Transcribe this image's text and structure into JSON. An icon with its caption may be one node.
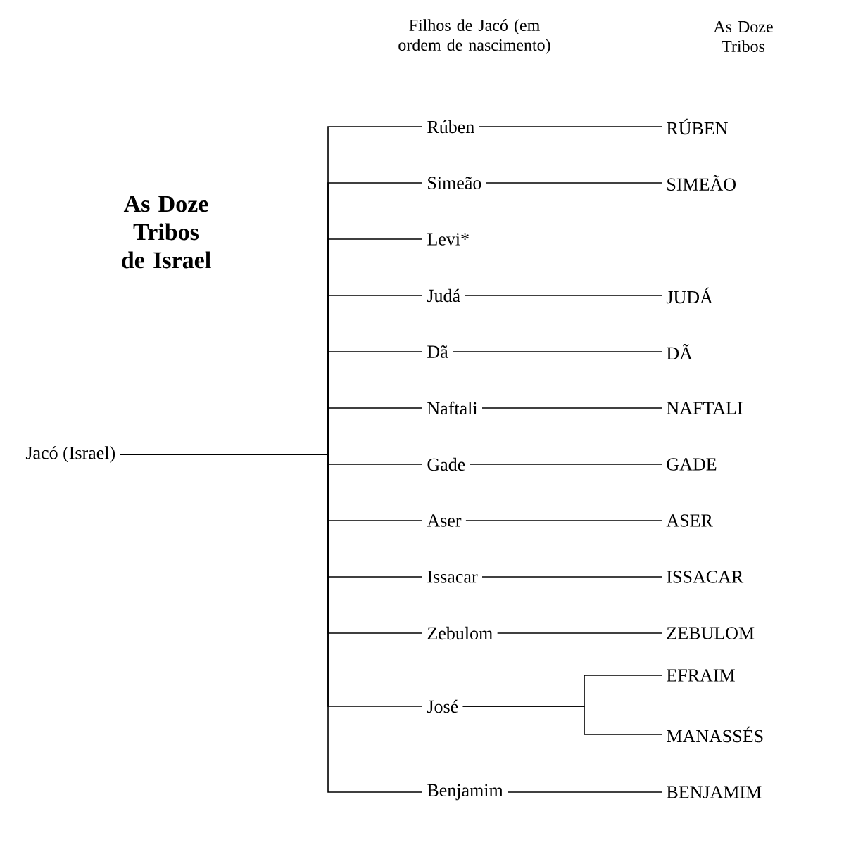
{
  "diagram": {
    "title": "As Doze Tribos de Israel",
    "nodes": [
      {
        "text": [
          "Jacó (Israel)"
        ]
      },
      {
        "text": [
          "Rúben"
        ]
      },
      {
        "text": [
          "Simeão"
        ]
      },
      {
        "text": [
          "Levi*"
        ]
      },
      {
        "text": [
          "Judá"
        ]
      },
      {
        "text": [
          "Dã"
        ]
      },
      {
        "text": [
          "Naftali"
        ]
      },
      {
        "text": [
          "Gade"
        ]
      },
      {
        "text": [
          "Aser"
        ]
      },
      {
        "text": [
          "Issacar"
        ]
      },
      {
        "text": [
          "Zebulom"
        ]
      },
      {
        "text": [
          "José"
        ]
      },
      {
        "text": [
          "Benjamim"
        ]
      },
      {
        "text": [
          "RÚBEN"
        ]
      },
      {
        "text": [
          "SIMEÃO"
        ]
      },
      {
        "text": [
          "JUDÁ"
        ]
      },
      {
        "text": [
          "DÃ"
        ]
      },
      {
        "text": [
          "NAFTALI"
        ]
      },
      {
        "text": [
          "GADE"
        ]
      },
      {
        "text": [
          "ASER"
        ]
      },
      {
        "text": [
          "ISSACAR"
        ]
      },
      {
        "text": [
          "ZEBULOM"
        ]
      },
      {
        "text": [
          "EFRAIM"
        ]
      },
      {
        "text": [
          "MANASSÉS"
        ]
      },
      {
        "text": [
          "BENJAMIM"
        ]
      }
    ],
    "edges": [
      {
        "from": 0,
        "to": 1,
        "arrow": "none"
      },
      {
        "from": 0,
        "to": 2,
        "arrow": "none"
      },
      {
        "from": 0,
        "to": 3,
        "arrow": "none"
      },
      {
        "from": 0,
        "to": 4,
        "arrow": "none"
      },
      {
        "from": 0,
        "to": 5,
        "arrow": "none"
      },
      {
        "from": 0,
        "to": 6,
        "arrow": "none"
      },
      {
        "from": 0,
        "to": 7,
        "arrow": "none"
      },
      {
        "from": 0,
        "to": 8,
        "arrow": "none"
      },
      {
        "from": 0,
        "to": 9,
        "arrow": "none"
      },
      {
        "from": 0,
        "to": 10,
        "arrow": "none"
      },
      {
        "from": 0,
        "to": 11,
        "arrow": "none"
      },
      {
        "from": 0,
        "to": 12,
        "arrow": "none"
      },
      {
        "from": 1,
        "to": 13,
        "arrow": "none"
      },
      {
        "from": 2,
        "to": 14,
        "arrow": "none"
      },
      {
        "from": 4,
        "to": 15,
        "arrow": "none"
      },
      {
        "from": 5,
        "to": 16,
        "arrow": "none"
      },
      {
        "from": 6,
        "to": 17,
        "arrow": "none"
      },
      {
        "from": 7,
        "to": 18,
        "arrow": "none"
      },
      {
        "from": 8,
        "to": 19,
        "arrow": "none"
      },
      {
        "from": 9,
        "to": 20,
        "arrow": "none"
      },
      {
        "from": 10,
        "to": 21,
        "arrow": "none"
      },
      {
        "from": 11,
        "to": 22,
        "arrow": "none"
      },
      {
        "from": 11,
        "to": 23,
        "arrow": "none"
      },
      {
        "from": 12,
        "to": 24,
        "arrow": "none"
      }
    ],
    "labels": [
      "Filhos de Jacó (em ordem de nascimento)",
      "As Doze Tribos"
    ]
  }
}
